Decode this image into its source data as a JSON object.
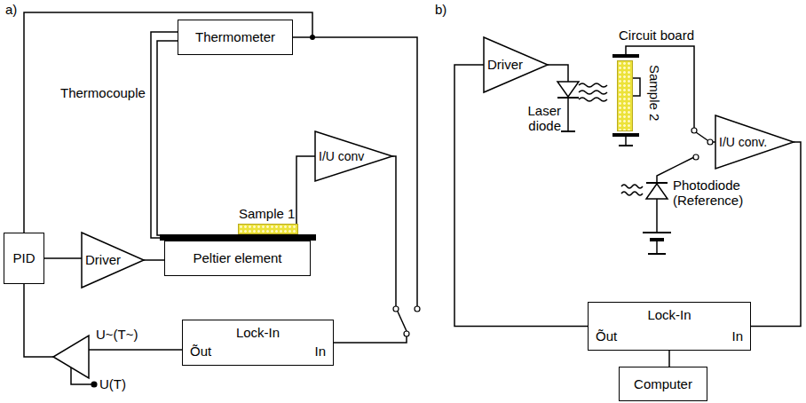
{
  "diagram": {
    "nodes": [
      {
        "text": [
          "Thermometer"
        ]
      },
      {
        "text": [
          "Sample 1"
        ]
      },
      {
        "text": [
          "I/U conv"
        ]
      },
      {
        "text": [
          "PID"
        ]
      },
      {
        "text": [
          "Driver"
        ]
      },
      {
        "text": [
          "Peltier element"
        ]
      },
      {
        "text": [
          "Lock-In",
          "Õut",
          "In"
        ]
      },
      {
        "text": [
          "Driver"
        ]
      },
      {
        "text": [
          "Sample 2"
        ]
      },
      {
        "text": [
          "I/U conv."
        ]
      },
      {
        "text": [
          "Lock-In",
          "Õut",
          "In"
        ]
      },
      {
        "text": [
          "Computer"
        ]
      }
    ],
    "edges": [
      {
        "from": 3,
        "to": 4,
        "arrow": "none"
      },
      {
        "from": 4,
        "to": 5,
        "arrow": "none"
      },
      {
        "from": 0,
        "to": 3,
        "arrow": "none"
      },
      {
        "from": 1,
        "to": 2,
        "arrow": "none"
      },
      {
        "from": 10,
        "to": 7,
        "arrow": "none"
      },
      {
        "from": 9,
        "to": 10,
        "arrow": "none"
      },
      {
        "from": 10,
        "to": 11,
        "arrow": "none"
      }
    ],
    "labels": [
      "a)",
      "b)",
      "Thermocouple",
      "U~(T~)",
      "U(T)",
      "Circuit board",
      "Laser diode",
      "Photodiode (Reference)"
    ]
  }
}
